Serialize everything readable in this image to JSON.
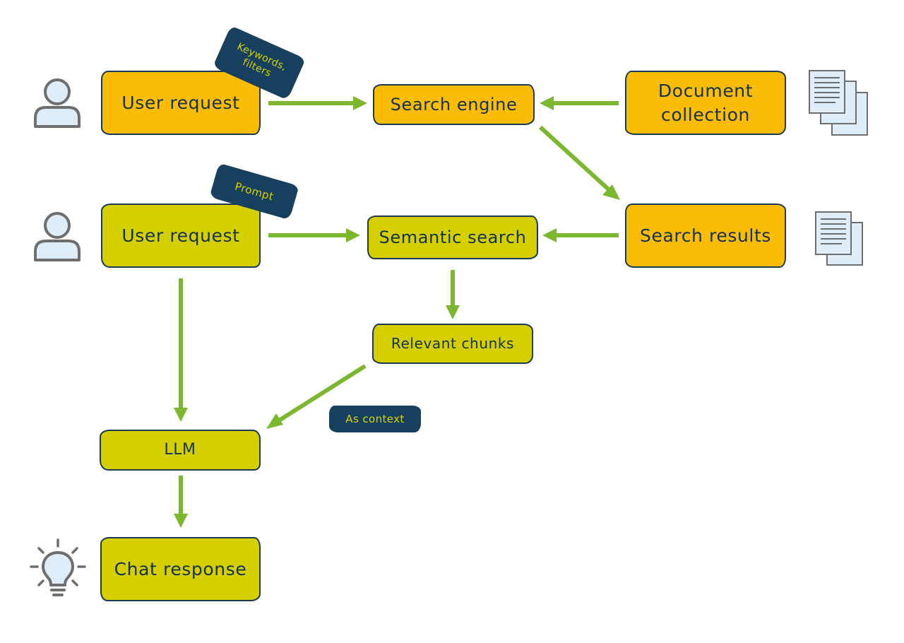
{
  "nodes": {
    "user_request_1": "User request",
    "search_engine": "Search engine",
    "document_collection": "Document\ncollection",
    "user_request_2": "User request",
    "semantic_search": "Semantic search",
    "search_results": "Search results",
    "relevant_chunks": "Relevant chunks",
    "llm": "LLM",
    "chat_response": "Chat response"
  },
  "notes": {
    "keywords_filters": "Keywords,\nfilters",
    "prompt": "Prompt",
    "as_context": "As context"
  },
  "icons": {
    "user_1": "user-icon",
    "user_2": "user-icon",
    "documents_stack": "documents-icon",
    "documents_pair": "documents-icon",
    "lightbulb": "lightbulb-icon"
  },
  "colors": {
    "orange_node": "#fbbc05",
    "olive_node": "#d6cf00",
    "note_background": "#17405e",
    "note_text": "#d8d300",
    "arrow": "#7cb82f",
    "border": "#1b3a52",
    "icon_stroke": "#6e6e6e",
    "icon_fill": "#deedf8"
  }
}
